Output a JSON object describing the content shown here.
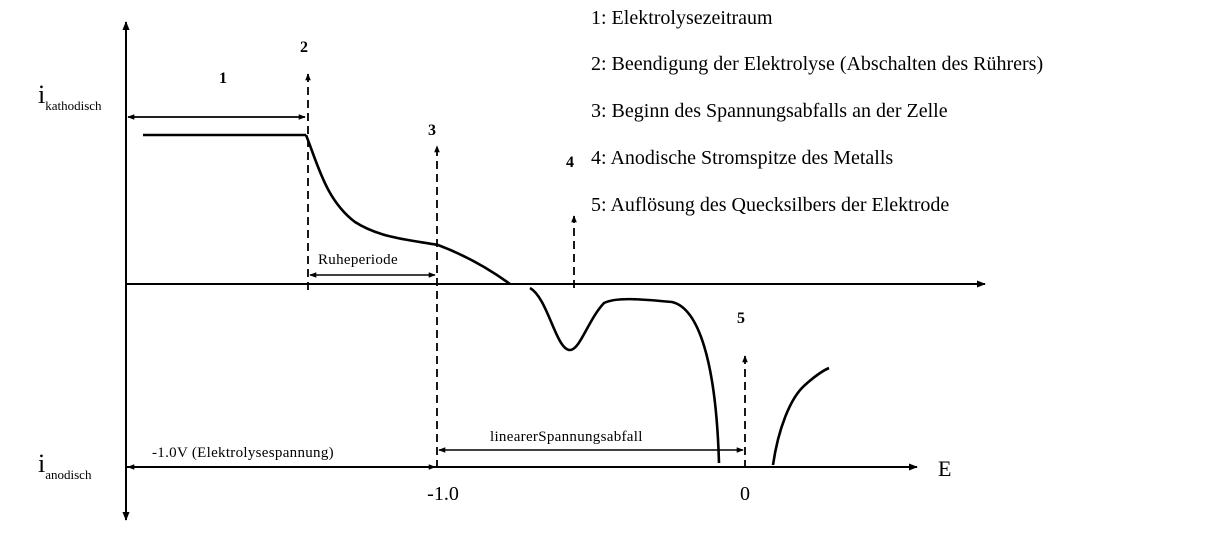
{
  "legend": [
    "1: Elektrolysezeitraum",
    "2: Beendigung der Elektrolyse (Abschalten des Rührers)",
    "3: Beginn des Spannungsabfalls an der Zelle",
    "4: Anodische Stromspitze des Metalls",
    "5: Auflösung des Quecksilbers der Elektrode"
  ],
  "markers": [
    "1",
    "2",
    "3",
    "4",
    "5"
  ],
  "y_axis": {
    "top_label": {
      "main": "i",
      "sub": "kathodisch"
    },
    "bottom_label": {
      "main": "i",
      "sub": "anodisch"
    }
  },
  "x_axis": {
    "label": "E",
    "ticks": [
      "-1.0",
      "0"
    ]
  },
  "segments": {
    "ruheperiode": "Ruheperiode",
    "elektrolysespannung": "-1.0V (Elektrolysespannung)",
    "linearer_spannungsabfall": "linearerSpannungsabfall"
  }
}
